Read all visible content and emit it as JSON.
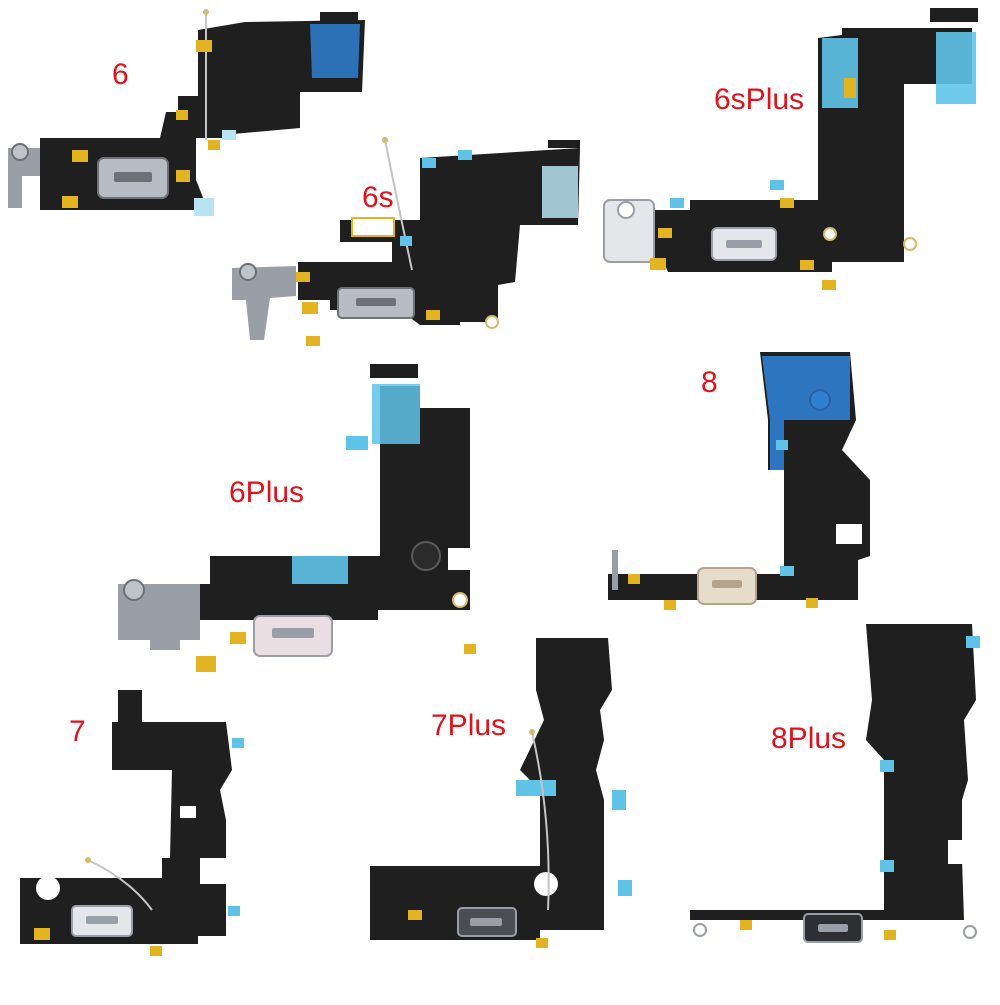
{
  "labels": {
    "iphone_6": "6",
    "iphone_6s": "6s",
    "iphone_6s_plus": "6sPlus",
    "iphone_6_plus": "6Plus",
    "iphone_8": "8",
    "iphone_7": "7",
    "iphone_7_plus": "7Plus",
    "iphone_8_plus": "8Plus"
  },
  "colors": {
    "label": "#e0121b",
    "flex": "#1f1f1f",
    "connector_grey": "#9a9ea6",
    "connector_light": "#e4e6ea",
    "connector_gold": "#e6dccb",
    "blue_tape": "#2f7fd0",
    "light_blue_tape": "#5fc3e8",
    "gold_contact": "#e2b422",
    "clear_film": "#b8e3f2"
  },
  "icons": [
    "charging-port-flex-cable-image"
  ]
}
